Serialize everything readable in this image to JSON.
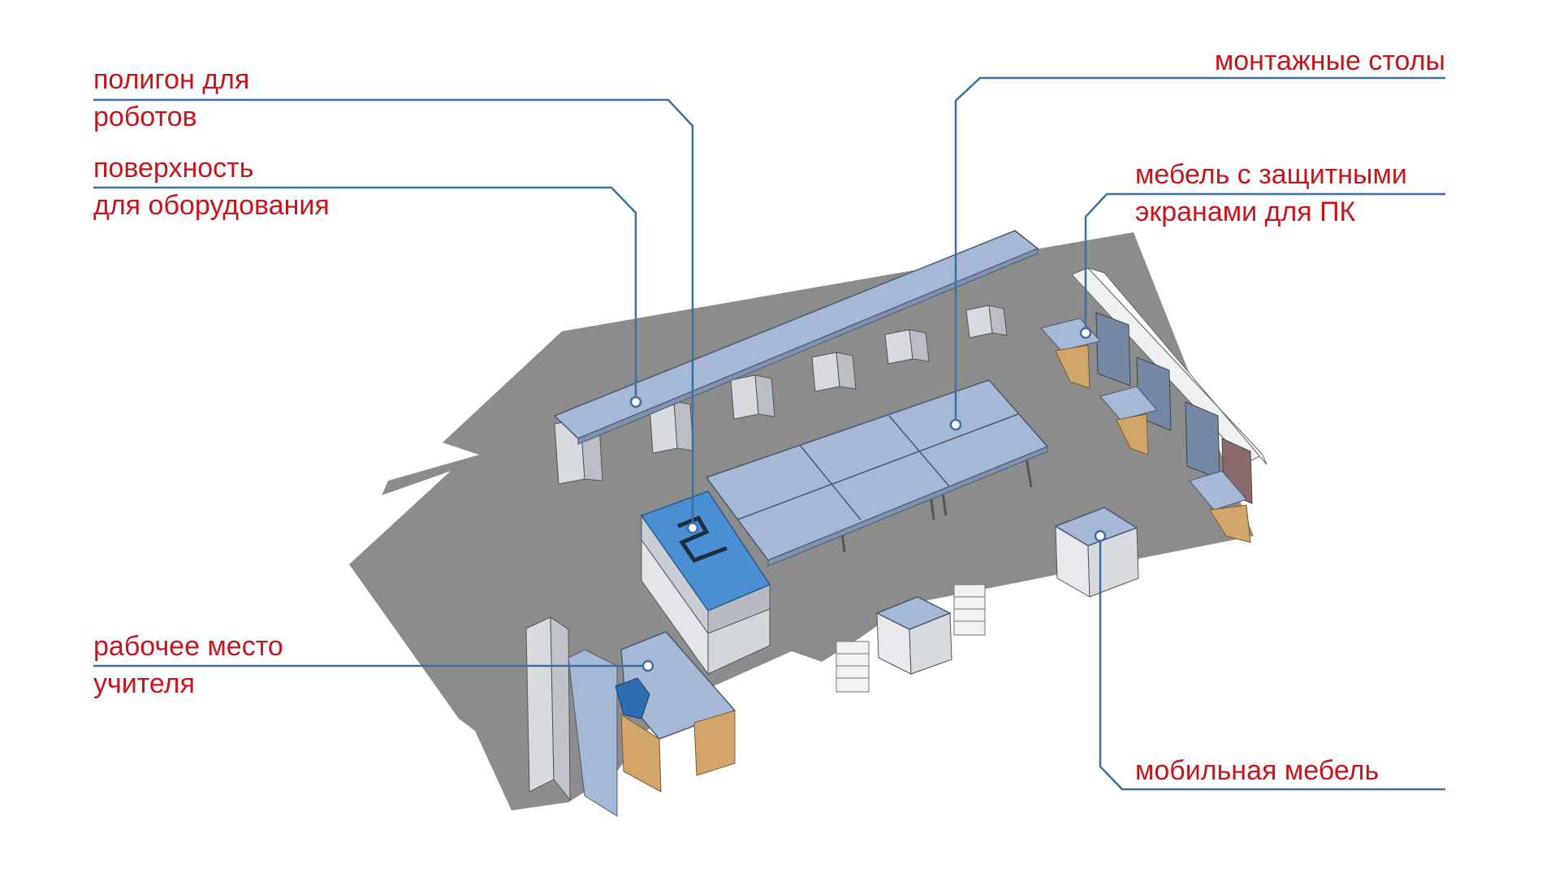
{
  "colors": {
    "label_text": "#c4161c",
    "leader_line": "#3d6fa3",
    "floor": "#8c8c8c",
    "furniture_top": "#a5b9d6",
    "cabinet_side": "#d7dadf",
    "robot_grid": "#4a8fd4",
    "wood": "#d2a66a",
    "screen": "#7487a3"
  },
  "labels": {
    "robot_polygon": [
      "полигон для",
      "роботов"
    ],
    "equipment_surface": [
      "поверхность",
      "для оборудования"
    ],
    "assembly_tables": [
      "монтажные столы"
    ],
    "pc_furniture": [
      "мебель с защитными",
      "экранами для ПК"
    ],
    "teacher_desk": [
      "рабочее место",
      "учителя"
    ],
    "mobile_furniture": [
      "мобильная мебель"
    ]
  }
}
